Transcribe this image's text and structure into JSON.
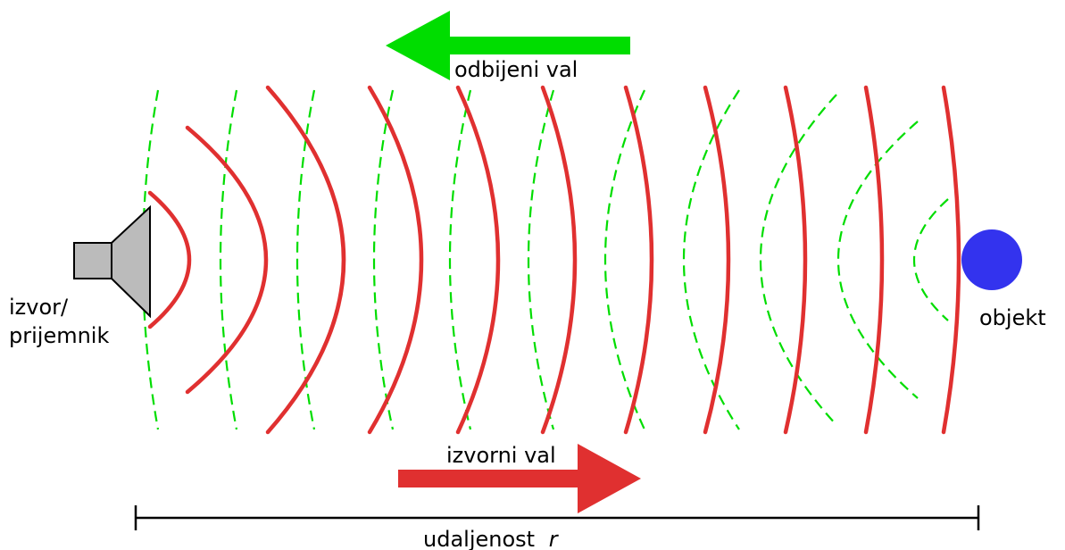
{
  "labels": {
    "reflected_wave": "odbijeni val",
    "source_receiver_line1": "izvor/",
    "source_receiver_line2": "prijemnik",
    "object": "objekt",
    "original_wave": "izvorni val",
    "distance": "udaljenost",
    "distance_symbol": "r"
  },
  "colors": {
    "reflected_wave": "#00dd00",
    "original_wave": "#e03030",
    "object": "#3333ee",
    "speaker_fill": "#bbbbbb",
    "speaker_stroke": "#000000",
    "scale_bar": "#000000"
  },
  "icons": {
    "speaker": "speaker-icon",
    "object": "circle-object-icon",
    "reflected_arrow": "arrow-left-icon",
    "original_arrow": "arrow-right-icon"
  }
}
